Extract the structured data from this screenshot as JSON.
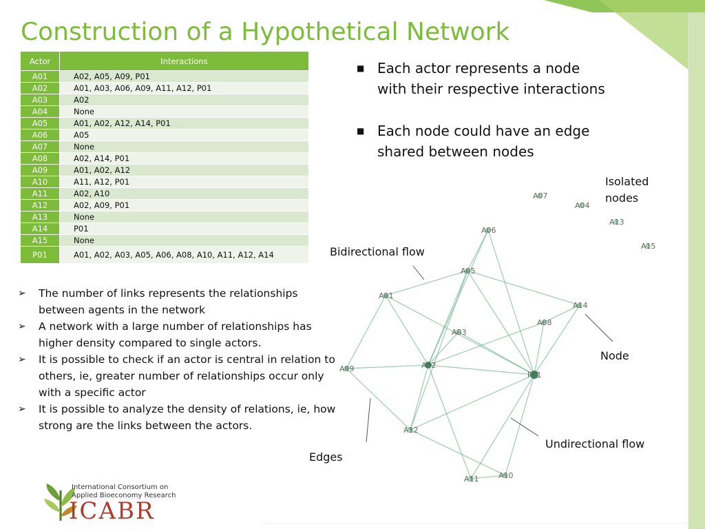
{
  "title": "Construction of a Hypothetical Network",
  "table": {
    "headers": [
      "Actor",
      "Interactions"
    ],
    "rows": [
      [
        "A01",
        "A02, A05, A09, P01"
      ],
      [
        "A02",
        "A01, A03, A06, A09, A11, A12, P01"
      ],
      [
        "A03",
        "A02"
      ],
      [
        "A04",
        "None"
      ],
      [
        "A05",
        "A01, A02, A12, A14, P01"
      ],
      [
        "A06",
        "A05"
      ],
      [
        "A07",
        "None"
      ],
      [
        "A08",
        "A02, A14, P01"
      ],
      [
        "A09",
        "A01, A02, A12"
      ],
      [
        "A10",
        "A11, A12, P01"
      ],
      [
        "A11",
        "A02, A10"
      ],
      [
        "A12",
        "A02, A09, P01"
      ],
      [
        "A13",
        "None"
      ],
      [
        "A14",
        "P01"
      ],
      [
        "A15",
        "None"
      ],
      [
        "P01",
        "A01, A02, A03, A05, A06, A08, A10, A11, A12, A14"
      ]
    ]
  },
  "right_bullets": [
    "Each actor represents a node with their respective interactions",
    "Each node could have an edge shared between nodes"
  ],
  "left_bullets": [
    "The number of links represents the relationships between agents in the network",
    "A network with  a large number of relationships has higher density compared to single actors.",
    "It is possible  to check if an actor is central in relation to others, ie, greater number of relationships occur only with a specific actor",
    "It is possible to analyze the density of relations, ie, how strong are the links between the actors."
  ],
  "callouts": {
    "isolated": "Isolated nodes",
    "bidirectional": "Bidirectional flow",
    "node": "Node",
    "undirectional": "Undirectional flow",
    "edges": "Edges"
  },
  "logo": {
    "line1": "International Consortium on",
    "line2": "Applied Bioeconomy Research",
    "mark": "ICABR"
  },
  "colors": {
    "accent": "#7dbb3a",
    "edge": "#5aa57e",
    "node": "#2f7a4d",
    "title": "#7dbb3a"
  },
  "icons": {
    "bullet_right": "square-bullet-icon",
    "bullet_left": "arrowhead-bullet-icon"
  }
}
